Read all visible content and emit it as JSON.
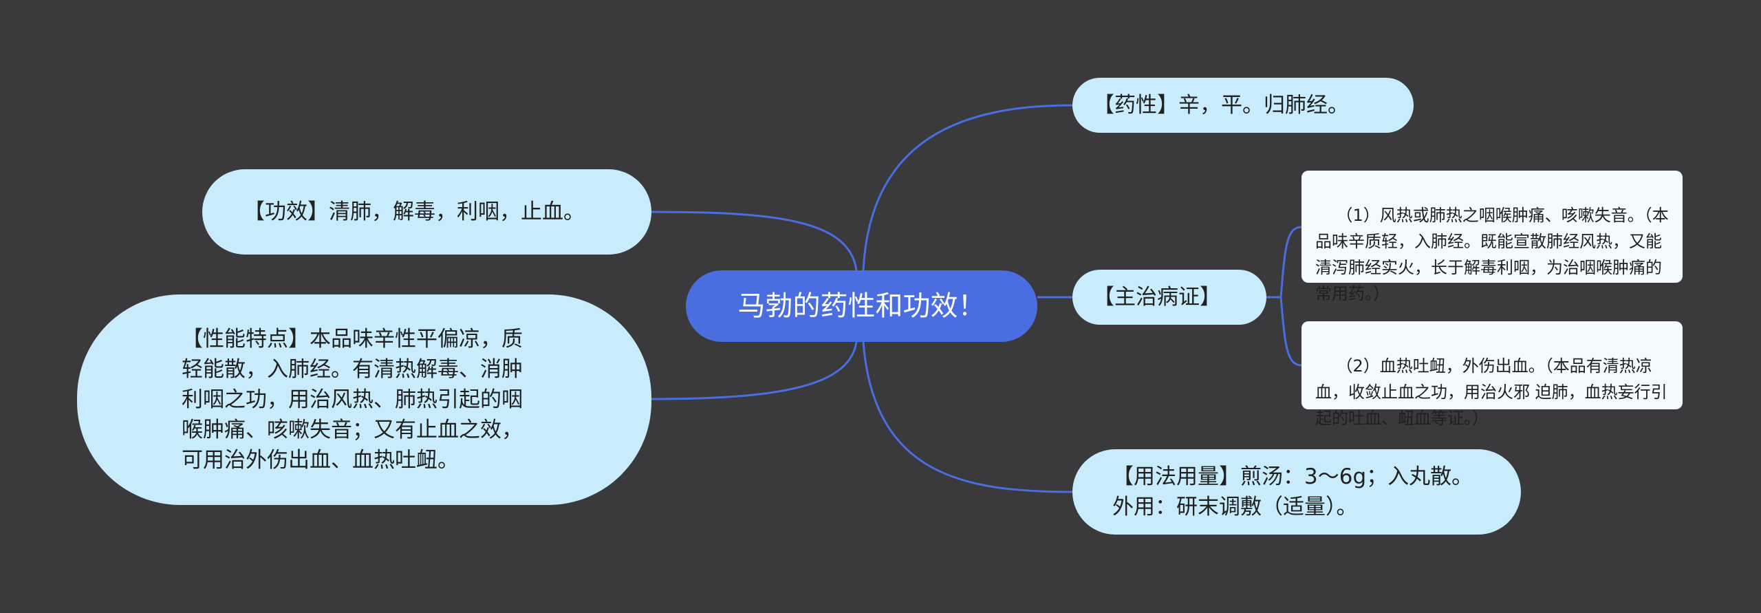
{
  "title": "马勃的药性和功效！",
  "branches": {
    "yaoxing": "【药性】辛，平。归肺经。",
    "zhuzhi": "【主治病证】",
    "zhuzhi_items": [
      "（1）风热或肺热之咽喉肿痛、咳嗽失音。（本品味辛质轻，入肺经。既能宣散肺经风热，又能清泻肺经实火，长于解毒利咽，为治咽喉肿痛的常用药。）",
      "（2）血热吐衄，外伤出血。（本品有清热凉血，收敛止血之功，用治火邪 迫肺，血热妄行引起的吐血、衄血等证。）"
    ],
    "yongfa": "【用法用量】煎汤：3～6g；入丸散。外用：研末调敷（适量）。",
    "gongxiao": "【功效】清肺，解毒，利咽，止血。",
    "texing": "【性能特点】本品味辛性平偏凉，质轻能散，入肺经。有清热解毒、消肿利咽之功，用治风热、肺热引起的咽喉肿痛、咳嗽失音；又有止血之效，可用治外伤出血、血热吐衄。"
  },
  "colors": {
    "background": "#3a393b",
    "center": "#4a6ee0",
    "branch_node": "#c8ecfc",
    "leaf_node": "#f3fbff",
    "connector": "#4a6ee0"
  }
}
